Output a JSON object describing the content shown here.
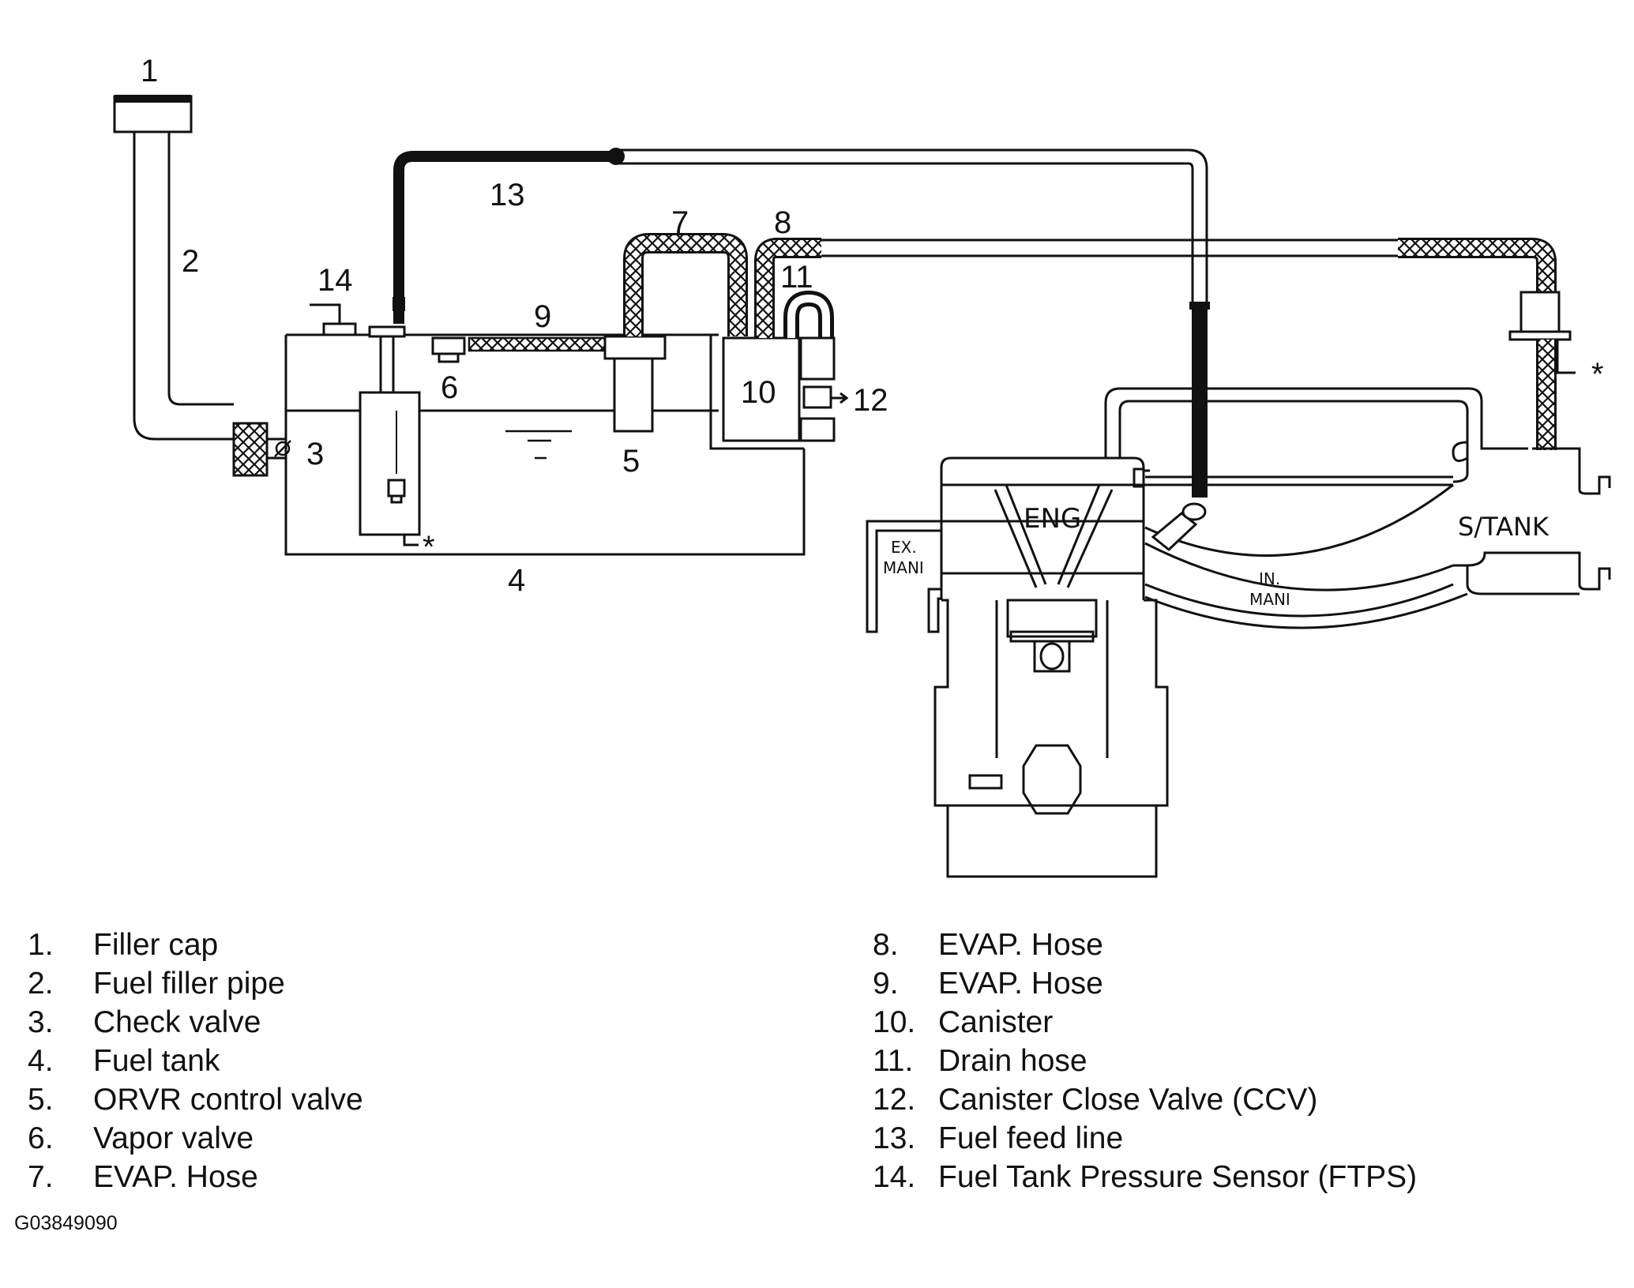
{
  "diagram": {
    "callouts": {
      "c1": "1",
      "c2": "2",
      "c3": "3",
      "c4": "4",
      "c5": "5",
      "c6": "6",
      "c7": "7",
      "c8": "8",
      "c9": "9",
      "c10": "10",
      "c11": "11",
      "c12": "12",
      "c13": "13",
      "c14": "14"
    },
    "asterisk": "*",
    "engine_label": "ENG",
    "exhaust_label_line1": "EX.",
    "exhaust_label_line2": "MANI",
    "intake_label_line1": "IN.",
    "intake_label_line2": "MANI",
    "surge_tank_label": "S/TANK"
  },
  "legend": {
    "left": [
      {
        "num": "1.",
        "text": "Filler cap"
      },
      {
        "num": "2.",
        "text": "Fuel filler pipe"
      },
      {
        "num": "3.",
        "text": "Check valve"
      },
      {
        "num": "4.",
        "text": "Fuel tank"
      },
      {
        "num": "5.",
        "text": "ORVR control valve"
      },
      {
        "num": "6.",
        "text": "Vapor valve"
      },
      {
        "num": "7.",
        "text": "EVAP. Hose"
      }
    ],
    "right": [
      {
        "num": "8.",
        "text": "EVAP. Hose"
      },
      {
        "num": "9.",
        "text": "EVAP. Hose"
      },
      {
        "num": "10.",
        "text": "Canister"
      },
      {
        "num": "11.",
        "text": "Drain hose"
      },
      {
        "num": "12.",
        "text": "Canister Close Valve (CCV)"
      },
      {
        "num": "13.",
        "text": "Fuel feed line"
      },
      {
        "num": "14.",
        "text": "Fuel Tank Pressure Sensor (FTPS)"
      }
    ]
  },
  "figure_code": "G03849090"
}
